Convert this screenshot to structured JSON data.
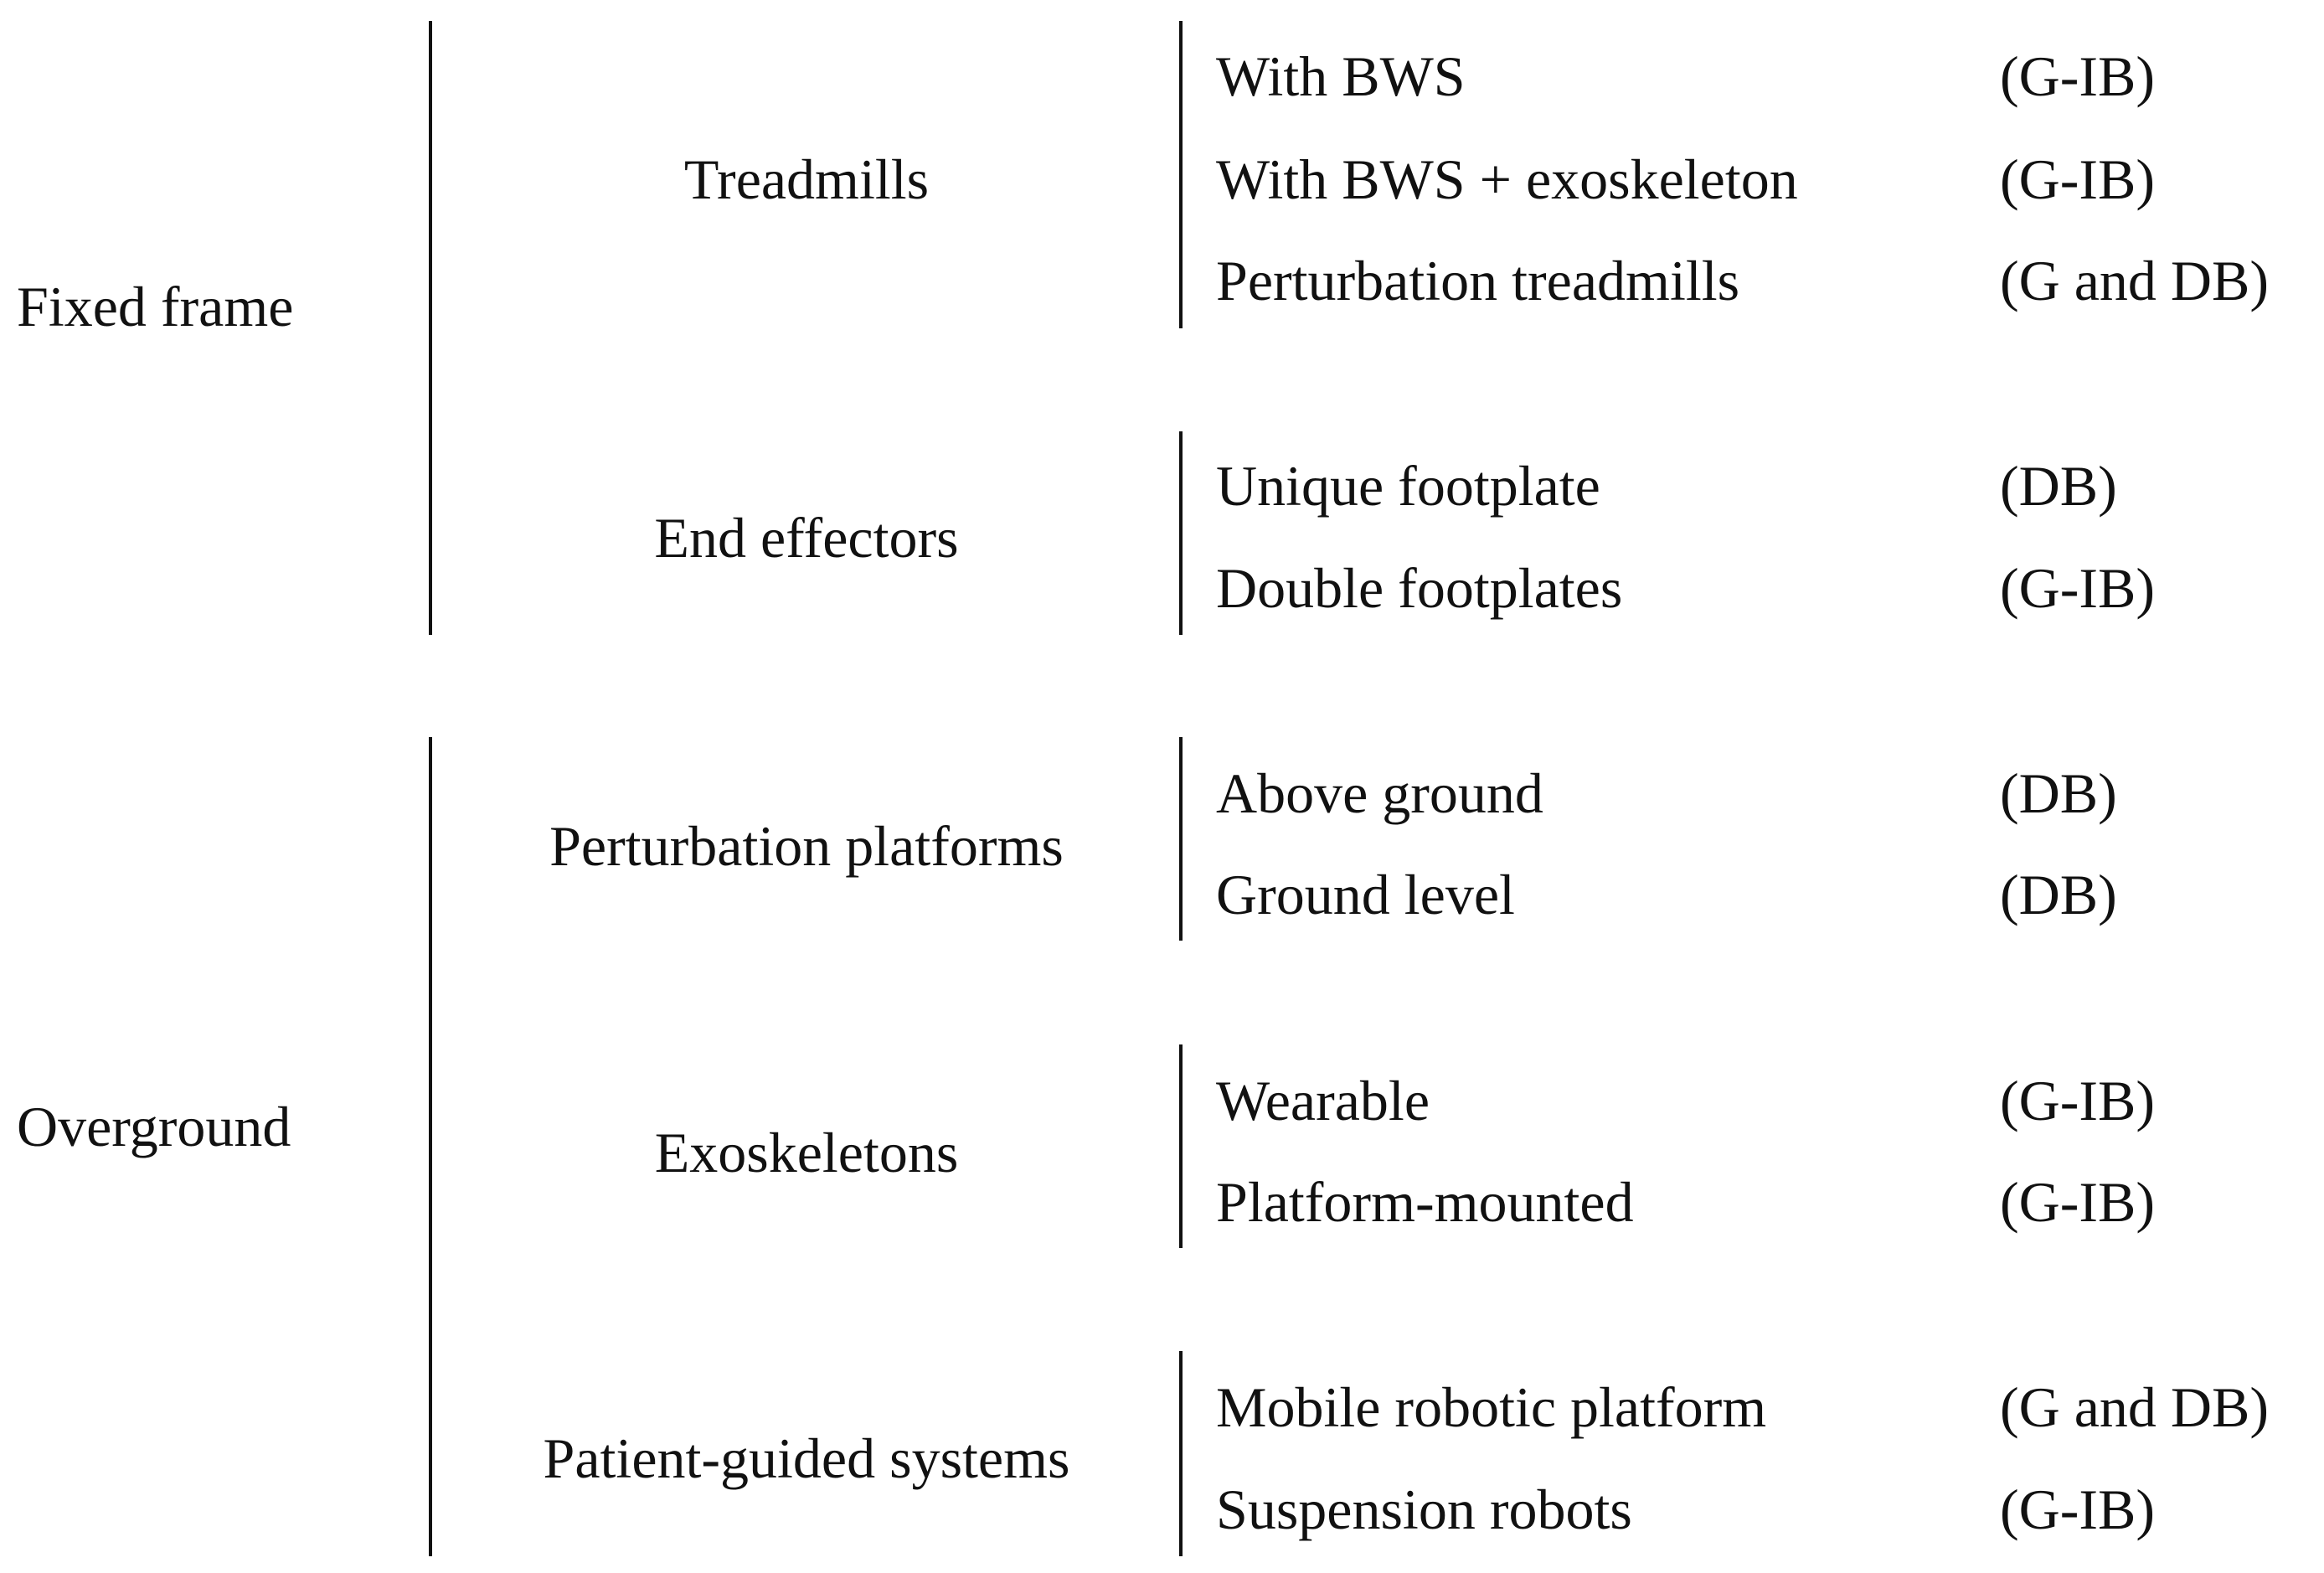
{
  "groups": [
    {
      "label": "Fixed frame",
      "categories": [
        {
          "label": "Treadmills",
          "items": [
            {
              "name": "With BWS",
              "code": "(G-IB)"
            },
            {
              "name": "With BWS + exoskeleton",
              "code": "(G-IB)"
            },
            {
              "name": "Perturbation treadmills",
              "code": "(G and DB)"
            }
          ]
        },
        {
          "label": "End effectors",
          "items": [
            {
              "name": "Unique footplate",
              "code": "(DB)"
            },
            {
              "name": "Double footplates",
              "code": "(G-IB)"
            }
          ]
        }
      ]
    },
    {
      "label": "Overground",
      "categories": [
        {
          "label": "Perturbation platforms",
          "items": [
            {
              "name": "Above ground",
              "code": "(DB)"
            },
            {
              "name": "Ground level",
              "code": "(DB)"
            }
          ]
        },
        {
          "label": "Exoskeletons",
          "items": [
            {
              "name": "Wearable",
              "code": "(G-IB)"
            },
            {
              "name": "Platform-mounted",
              "code": "(G-IB)"
            }
          ]
        },
        {
          "label": "Patient-guided systems",
          "items": [
            {
              "name": "Mobile robotic platform",
              "code": "(G and DB)"
            },
            {
              "name": "Suspension robots",
              "code": "(G-IB)"
            }
          ]
        }
      ]
    }
  ]
}
